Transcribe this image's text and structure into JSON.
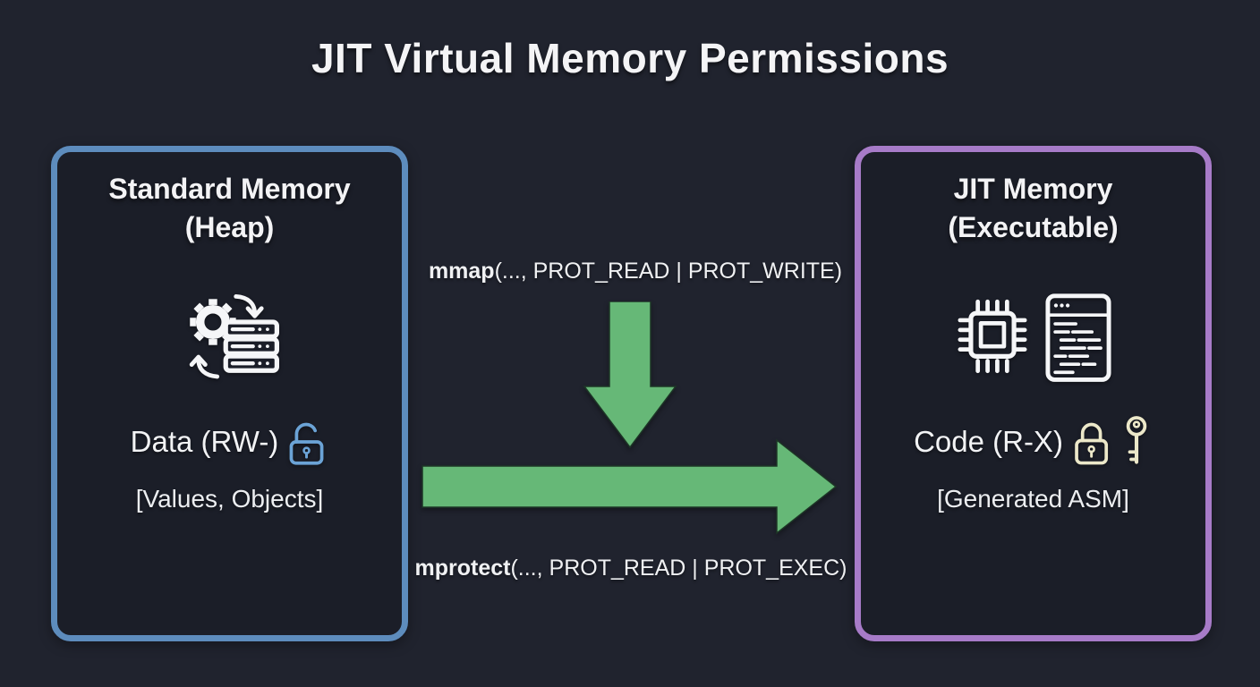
{
  "title": "JIT Virtual Memory Permissions",
  "left_box": {
    "title_line1": "Standard Memory",
    "title_line2": "(Heap)",
    "icon": "gear-database-icon",
    "permission_label": "Data (RW-)",
    "lock_icon": "unlocked-padlock-icon",
    "contents_label": "[Values, Objects]",
    "border_color": "#5d8cbd",
    "lock_color": "#6ba3d6"
  },
  "right_box": {
    "title_line1": "JIT Memory",
    "title_line2": "(Executable)",
    "icons": [
      "cpu-chip-icon",
      "code-window-icon"
    ],
    "permission_label": "Code (R-X)",
    "lock_icon": "locked-padlock-icon",
    "key_icon": "key-icon",
    "contents_label": "[Generated ASM]",
    "border_color": "#a77bc8",
    "lock_color": "#ece8c9"
  },
  "transitions": {
    "mmap": {
      "fn": "mmap",
      "args": "(..., PROT_READ | PROT_WRITE)"
    },
    "mprotect": {
      "fn": "mprotect",
      "args": "(..., PROT_READ | PROT_EXEC)"
    },
    "arrow_color": "#66b877"
  },
  "colors": {
    "background": "#20232e",
    "box_fill": "#1b1e28",
    "text": "#f2f3f5"
  }
}
